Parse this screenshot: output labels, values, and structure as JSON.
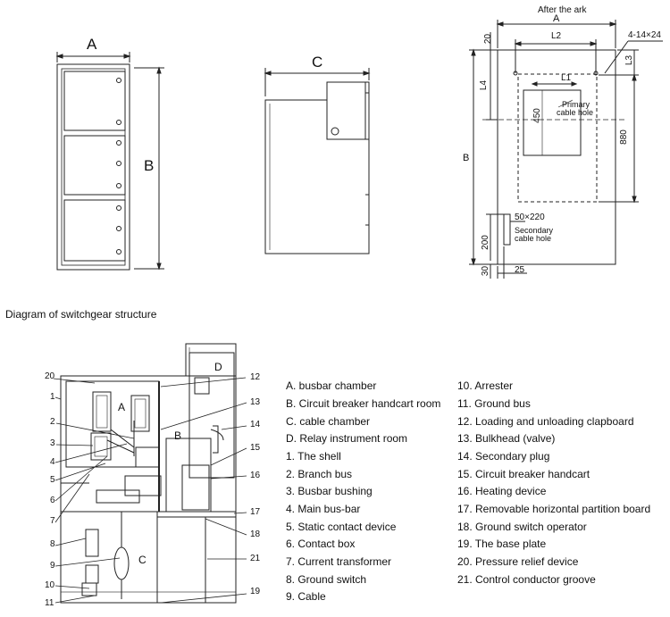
{
  "caption": "Diagram of switchgear structure",
  "front_view": {
    "dim_width": "A",
    "dim_height": "B"
  },
  "side_view": {
    "dim_depth": "C"
  },
  "foundation_view": {
    "title": "After the ark",
    "dim_A": "A",
    "dim_L2": "L2",
    "dim_L1": "L1",
    "dim_L3": "L3",
    "dim_L4": "L4",
    "dim_B": "B",
    "dim_880": "880",
    "dim_450": "450",
    "dim_200": "200",
    "dim_20": "20",
    "dim_30": "30",
    "dim_25": "25",
    "holes_note": "4-14×24",
    "primary_hole_1": "Primary",
    "primary_hole_2": "cable hole",
    "secondary_size": "50×220",
    "secondary_hole_1": "Secondary",
    "secondary_hole_2": "cable hole"
  },
  "structure": {
    "room_A": "A",
    "room_B": "B",
    "room_C": "C",
    "room_D": "D",
    "callouts_left": [
      "20",
      "1",
      "2",
      "3",
      "4",
      "5",
      "6",
      "7",
      "8",
      "9",
      "10",
      "11"
    ],
    "callouts_right": [
      "12",
      "13",
      "14",
      "15",
      "16",
      "17",
      "18",
      "21",
      "19"
    ]
  },
  "legend_left": [
    "A. busbar chamber",
    "B. Circuit breaker handcart room",
    "C. cable chamber",
    "D. Relay instrument room",
    "1. The shell",
    "2. Branch bus",
    "3. Busbar bushing",
    "4. Main bus-bar",
    "5. Static contact device",
    "6. Contact box",
    "7. Current transformer",
    "8. Ground switch",
    "9. Cable"
  ],
  "legend_right": [
    "10. Arrester",
    "11. Ground bus",
    "12. Loading and unloading clapboard",
    "13. Bulkhead (valve)",
    "14. Secondary plug",
    "15. Circuit breaker handcart",
    "16. Heating device",
    "17. Removable horizontal partition board",
    "18. Ground switch operator",
    "19. The base plate",
    "20. Pressure relief device",
    "21. Control conductor groove"
  ]
}
